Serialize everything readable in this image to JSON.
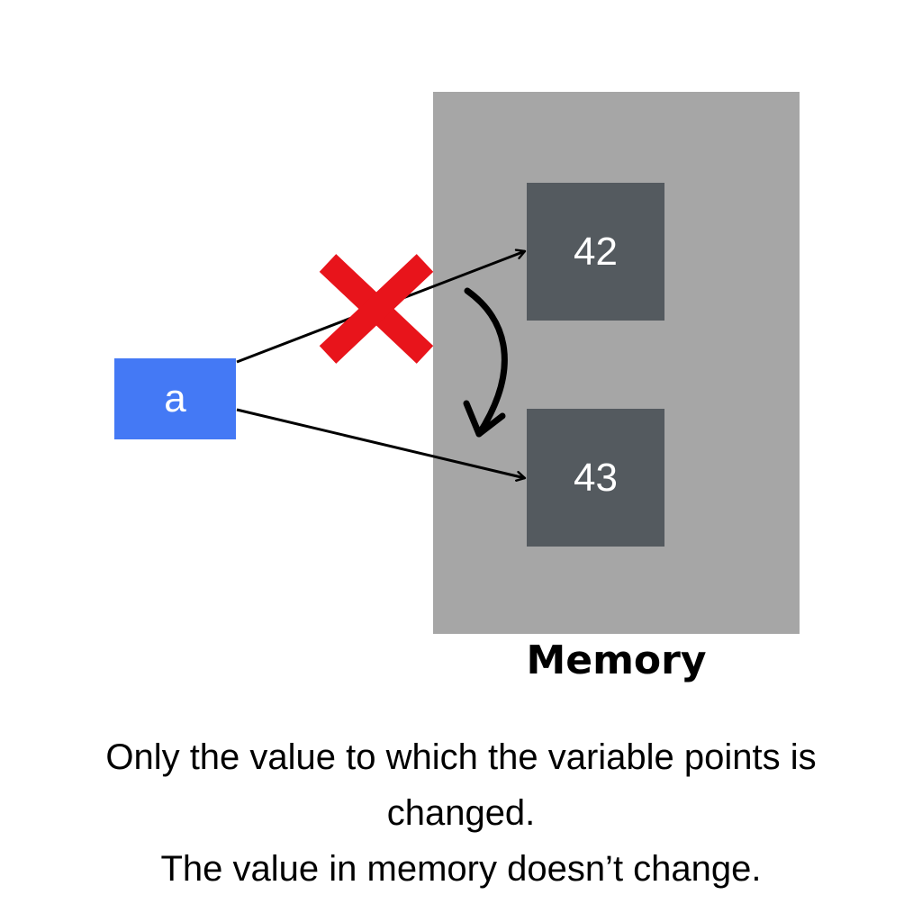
{
  "diagram": {
    "variable": {
      "name": "a"
    },
    "memory": {
      "label": "Memory",
      "cells": [
        {
          "value": "42",
          "status": "old"
        },
        {
          "value": "43",
          "status": "current"
        }
      ]
    },
    "caption": {
      "line1": "Only the value to which the variable points is",
      "line2": "changed.",
      "line3": "The value in memory doesn’t change."
    },
    "colors": {
      "variable_fill": "#4479f5",
      "memory_fill": "#a6a6a6",
      "cell_fill": "#545a5f",
      "cross": "#e8141b",
      "arrow": "#000000"
    },
    "icons": {
      "cross": "x-mark-icon",
      "reassign": "curved-arrow-icon"
    }
  }
}
